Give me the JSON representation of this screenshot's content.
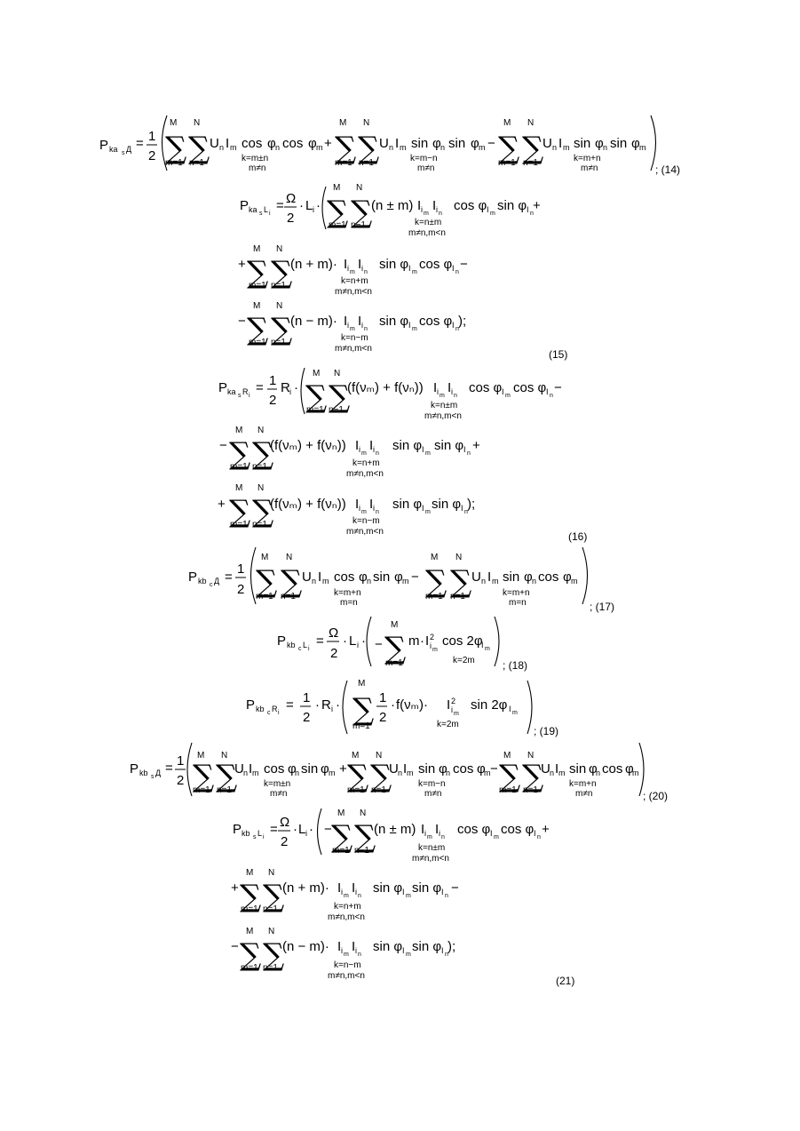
{
  "doc": {
    "equations": [
      {
        "id": "eq14",
        "label": "; (14)",
        "lhs": {
          "main": "P",
          "sub": "ka",
          "subsub": "s",
          "subtail": "Д"
        },
        "prefix": "= 1/2",
        "terms": [
          {
            "sign": "",
            "body": "UₙIₘ cos φₙ cos φₘ",
            "lower": "k=m±n",
            "lower2": "m≠n"
          },
          {
            "sign": "+",
            "body": "UₙIₘ sin φₙ sin φₘ",
            "lower": "k=m−n",
            "lower2": "m≠n"
          },
          {
            "sign": "−",
            "body": "UₙIₘ sin φₙ sin φₘ",
            "lower": "k=m+n",
            "lower2": "m≠n"
          }
        ]
      },
      {
        "id": "eq15",
        "label": "(15)",
        "lhs": {
          "main": "P",
          "sub": "ka",
          "subsub": "s",
          "subtail": "L",
          "subtailsub": "i"
        },
        "prefix": "= Ω/2 · Lᵢ ·",
        "lines": [
          {
            "sign": "",
            "factor": "(n ± m)",
            "prod": "IᵢₘIᵢₙ",
            "trig": "cos φᵢₘ sin φᵢₙ +",
            "lower": "k=n±m",
            "lower2": "m≠n,m<n"
          },
          {
            "sign": "+",
            "factor": "(n + m)·",
            "prod": "IᵢₘIᵢₙ",
            "trig": "sin φᵢₘ cos φᵢₙ −",
            "lower": "k=n+m",
            "lower2": "m≠n,m<n"
          },
          {
            "sign": "−",
            "factor": "(n − m)·",
            "prod": "IᵢₘIᵢₙ",
            "trig": "sin φᵢₘ cos φᵢₙ);",
            "lower": "k=n−m",
            "lower2": "m≠n,m<n"
          }
        ]
      },
      {
        "id": "eq16",
        "label": "(16)",
        "lhs": {
          "main": "P",
          "sub": "ka",
          "subsub": "s",
          "subtail": "R",
          "subtailsub": "i"
        },
        "prefix": "= 1/2 Rᵢ ·",
        "lines": [
          {
            "sign": "",
            "factor": "(f(νₘ) + f(νₙ))",
            "prod": "IᵢₘIᵢₙ",
            "trig": "cos φᵢₘ cos φᵢₙ −",
            "lower": "k=n±m",
            "lower2": "m≠n,m<n"
          },
          {
            "sign": "−",
            "factor": "(f(νₘ) + f(νₙ))",
            "prod": "IᵢₘIᵢₙ",
            "trig": "sin φᵢₘ sin φᵢₙ +",
            "lower": "k=n+m",
            "lower2": "m≠n,m<n"
          },
          {
            "sign": "+",
            "factor": "(f(νₘ) + f(νₙ))",
            "prod": "IᵢₘIᵢₙ",
            "trig": "sin φᵢₘ sin φᵢₙ);",
            "lower": "k=n−m",
            "lower2": "m≠n,m<n"
          }
        ]
      },
      {
        "id": "eq17",
        "label": "; (17)",
        "lhs": {
          "main": "P",
          "sub": "kb",
          "subsub": "c",
          "subtail": "Д"
        },
        "prefix": "= 1/2",
        "terms": [
          {
            "sign": "",
            "body": "UₙIₘ cos φₙ sin φₘ",
            "lower": "k=m+n",
            "lower2": "m=n"
          },
          {
            "sign": "−",
            "body": "UₙIₘ sin φₙ cos φₘ",
            "lower": "k=m+n",
            "lower2": "m=n"
          }
        ]
      },
      {
        "id": "eq18",
        "label": "; (18)",
        "lhs": {
          "main": "P",
          "sub": "kb",
          "subsub": "c",
          "subtail": "L",
          "subtailsub": "i"
        },
        "prefix": "= Ω/2 · Lᵢ ·",
        "body": "−Σ m·I²ᵢₘ cos 2φᵢₘ",
        "lower": "k=2m"
      },
      {
        "id": "eq19",
        "label": "; (19)",
        "lhs": {
          "main": "P",
          "sub": "kb",
          "subsub": "c",
          "subtail": "R",
          "subtailsub": "i"
        },
        "prefix": "= 1/2 · Rᵢ ·",
        "body": "Σ 1/2 · f(νₘ)· I²ᵢₘ sin 2φᵢₘ",
        "lower": "k=2m"
      },
      {
        "id": "eq20",
        "label": "; (20)",
        "lhs": {
          "main": "P",
          "sub": "kb",
          "subsub": "s",
          "subtail": "Д"
        },
        "prefix": "= 1/2",
        "terms": [
          {
            "sign": "",
            "body": "UₙIₘ cos φₙ sin φₘ",
            "lower": "k=m±n",
            "lower2": "m≠n"
          },
          {
            "sign": "+",
            "body": "UₙIₘ sin φₙ cos φₘ",
            "lower": "k=m−n",
            "lower2": "m≠n"
          },
          {
            "sign": "−",
            "body": "UₙIₘ sin φₙ cos φₘ",
            "lower": "k=m+n",
            "lower2": "m≠n"
          }
        ]
      },
      {
        "id": "eq21",
        "label": "(21)",
        "lhs": {
          "main": "P",
          "sub": "kb",
          "subsub": "s",
          "subtail": "L",
          "subtailsub": "i"
        },
        "prefix": "= Ω/2 · Lᵢ ·",
        "lines": [
          {
            "sign": "−",
            "factor": "(n ± m)",
            "prod": "IᵢₘIᵢₙ",
            "trig": "cos φᵢₘ cos φᵢₙ +",
            "lower": "k=n±m",
            "lower2": "m≠n,m<n"
          },
          {
            "sign": "+",
            "factor": "(n + m)·",
            "prod": "IᵢₘIᵢₙ",
            "trig": "sin φᵢₘ sin φᵢₙ −",
            "lower": "k=n+m",
            "lower2": "m≠n,m<n"
          },
          {
            "sign": "−",
            "factor": "(n − m)·",
            "prod": "IᵢₘIᵢₙ",
            "trig": "sin φᵢₘ sin φᵢₙ);",
            "lower": "k=n−m",
            "lower2": "m≠n,m<n"
          }
        ]
      }
    ]
  }
}
